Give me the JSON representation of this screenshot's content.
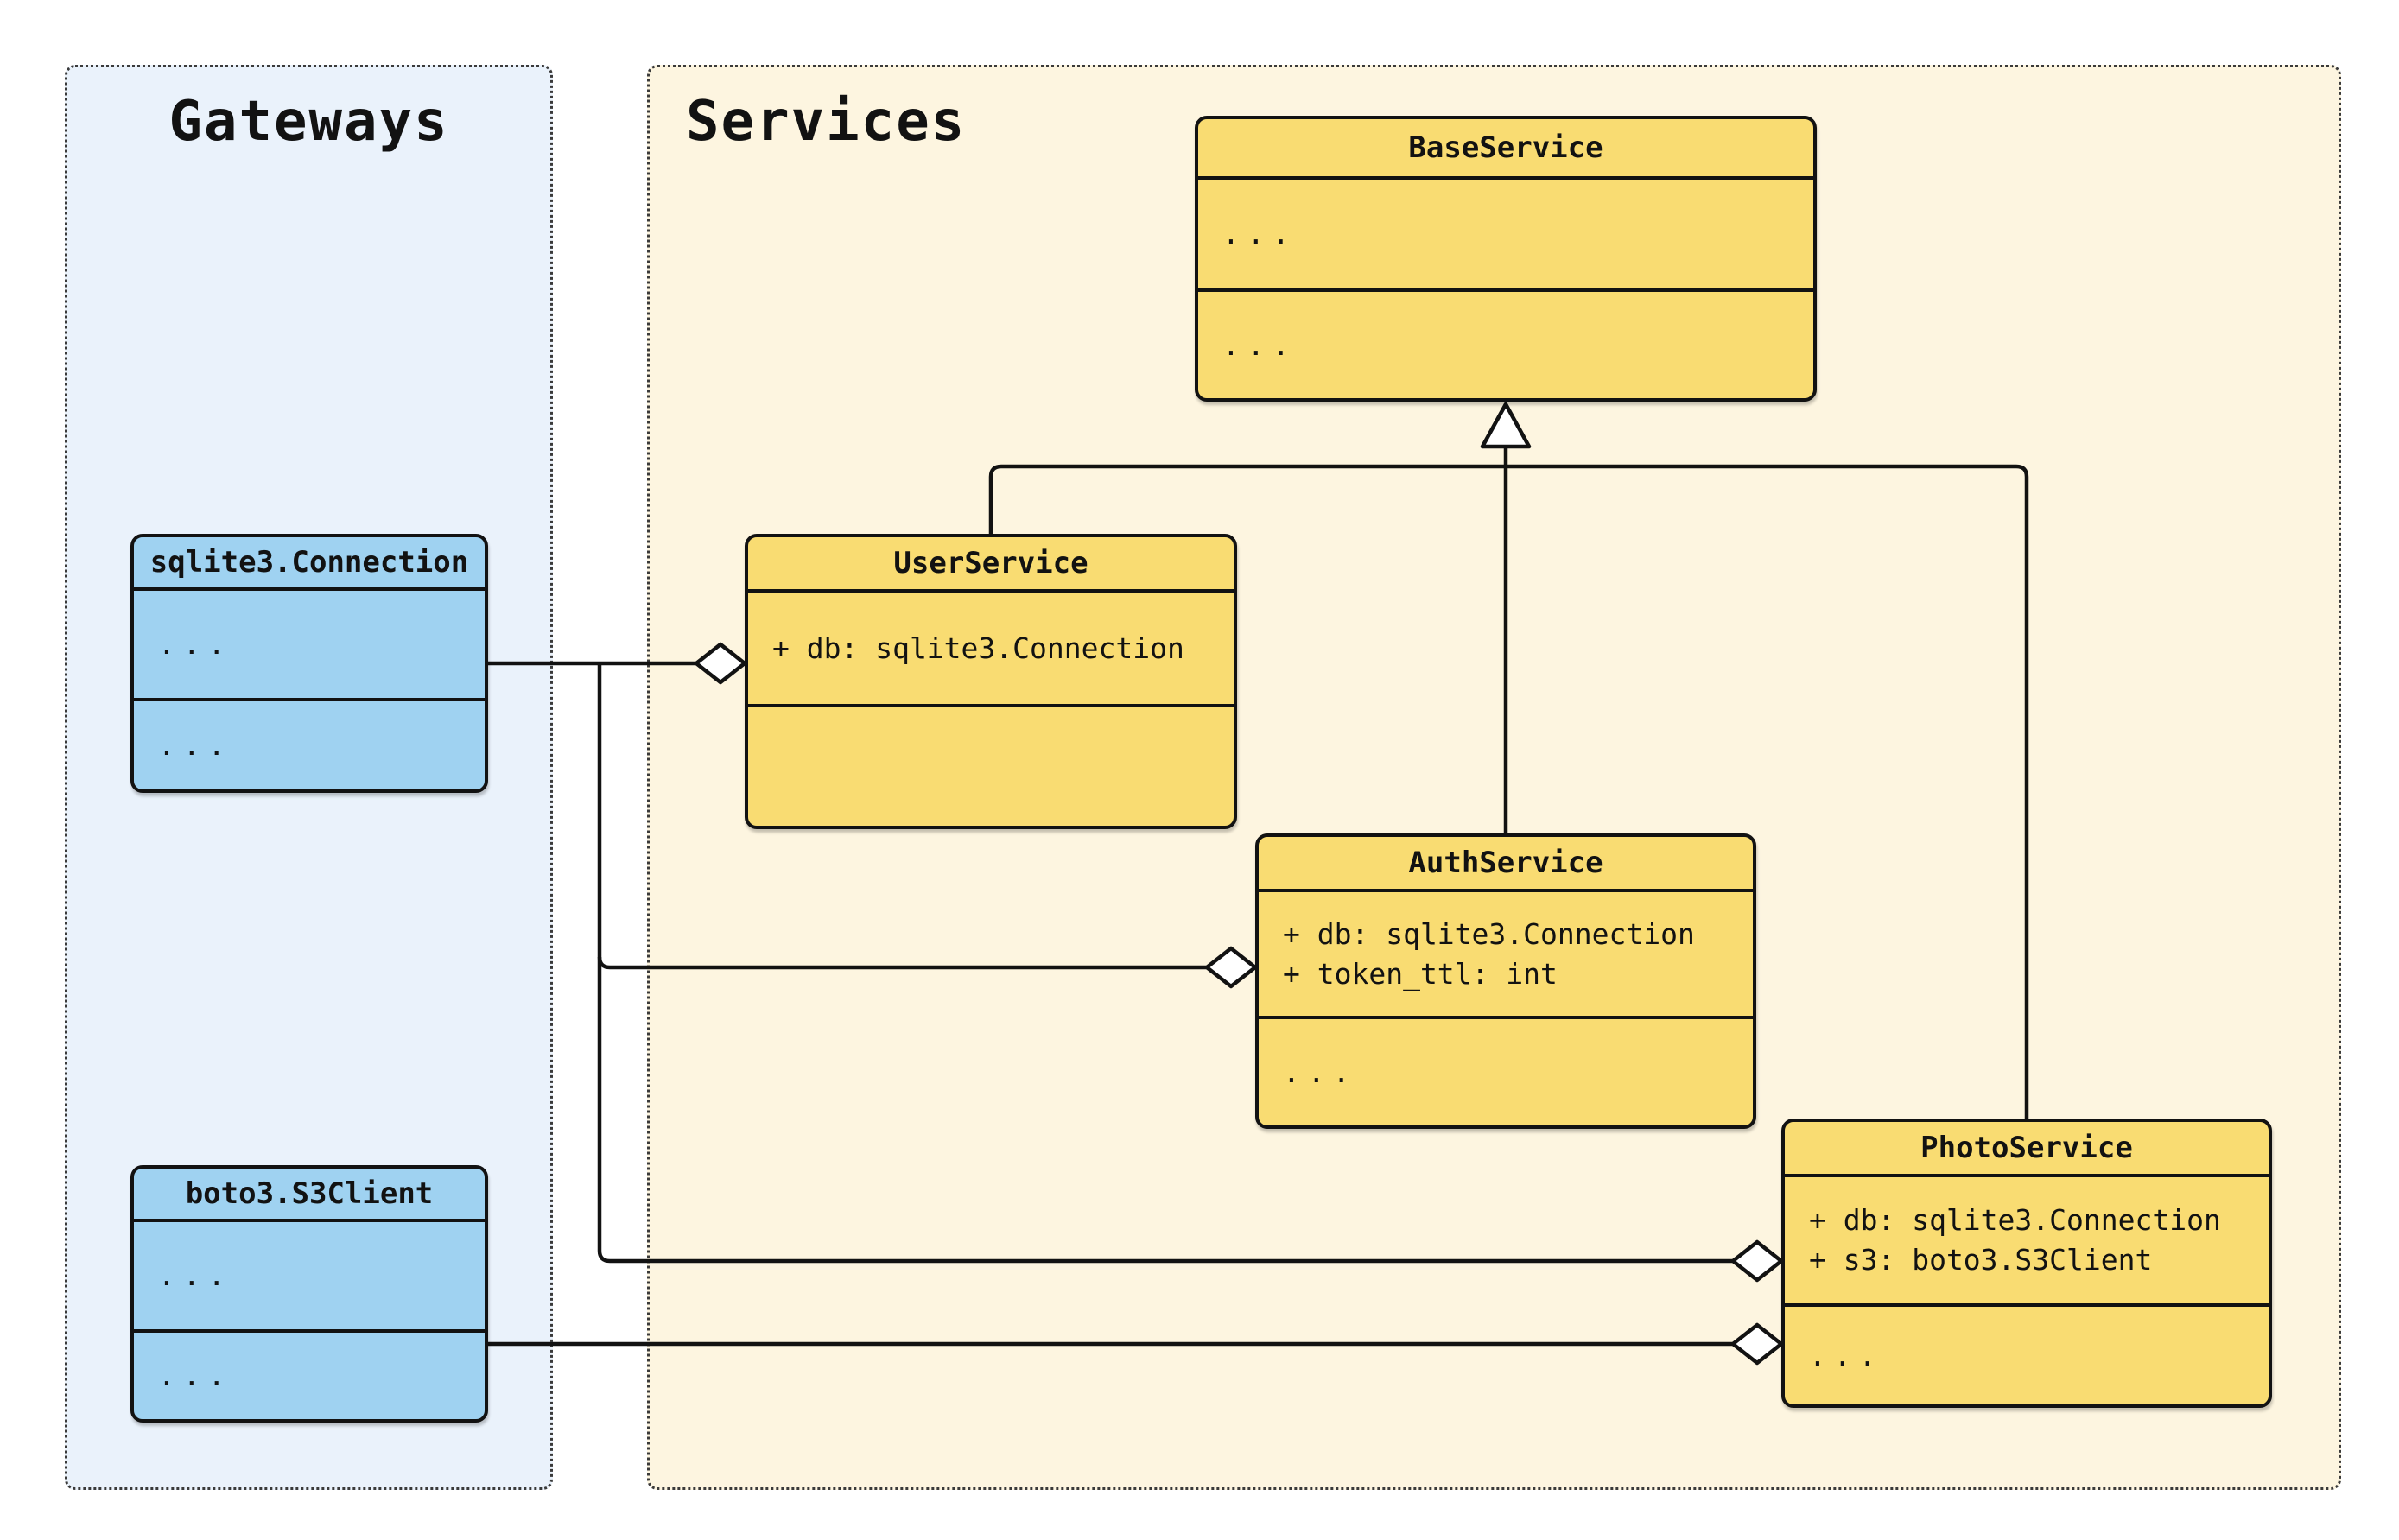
{
  "groups": {
    "gateways": {
      "title": "Gateways"
    },
    "services": {
      "title": "Services"
    }
  },
  "classes": {
    "base_service": {
      "name": "BaseService",
      "attributes": [
        "..."
      ],
      "methods": [
        "..."
      ]
    },
    "user_service": {
      "name": "UserService",
      "attributes": [
        "+ db: sqlite3.Connection"
      ],
      "methods": []
    },
    "auth_service": {
      "name": "AuthService",
      "attributes": [
        "+ db: sqlite3.Connection",
        "+ token_ttl: int"
      ],
      "methods": [
        "..."
      ]
    },
    "photo_service": {
      "name": "PhotoService",
      "attributes": [
        "+ db: sqlite3.Connection",
        "+ s3: boto3.S3Client"
      ],
      "methods": [
        "..."
      ]
    },
    "sqlite_connection": {
      "name": "sqlite3.Connection",
      "attributes": [
        "..."
      ],
      "methods": [
        "..."
      ]
    },
    "boto3_s3client": {
      "name": "boto3.S3Client",
      "attributes": [
        "..."
      ],
      "methods": [
        "..."
      ]
    }
  },
  "relationships": [
    {
      "from": "UserService",
      "to": "BaseService",
      "type": "inheritance"
    },
    {
      "from": "AuthService",
      "to": "BaseService",
      "type": "inheritance"
    },
    {
      "from": "PhotoService",
      "to": "BaseService",
      "type": "inheritance"
    },
    {
      "from": "sqlite3.Connection",
      "to": "UserService",
      "type": "aggregation"
    },
    {
      "from": "sqlite3.Connection",
      "to": "AuthService",
      "type": "aggregation"
    },
    {
      "from": "sqlite3.Connection",
      "to": "PhotoService",
      "type": "aggregation"
    },
    {
      "from": "boto3.S3Client",
      "to": "PhotoService",
      "type": "aggregation"
    }
  ],
  "colors": {
    "service_class_fill": "#F9DC72",
    "gateway_class_fill": "#9FD2F1",
    "services_panel_bg": "#FDF5E0",
    "gateways_panel_bg": "#EAF2FB",
    "stroke": "#121212"
  }
}
